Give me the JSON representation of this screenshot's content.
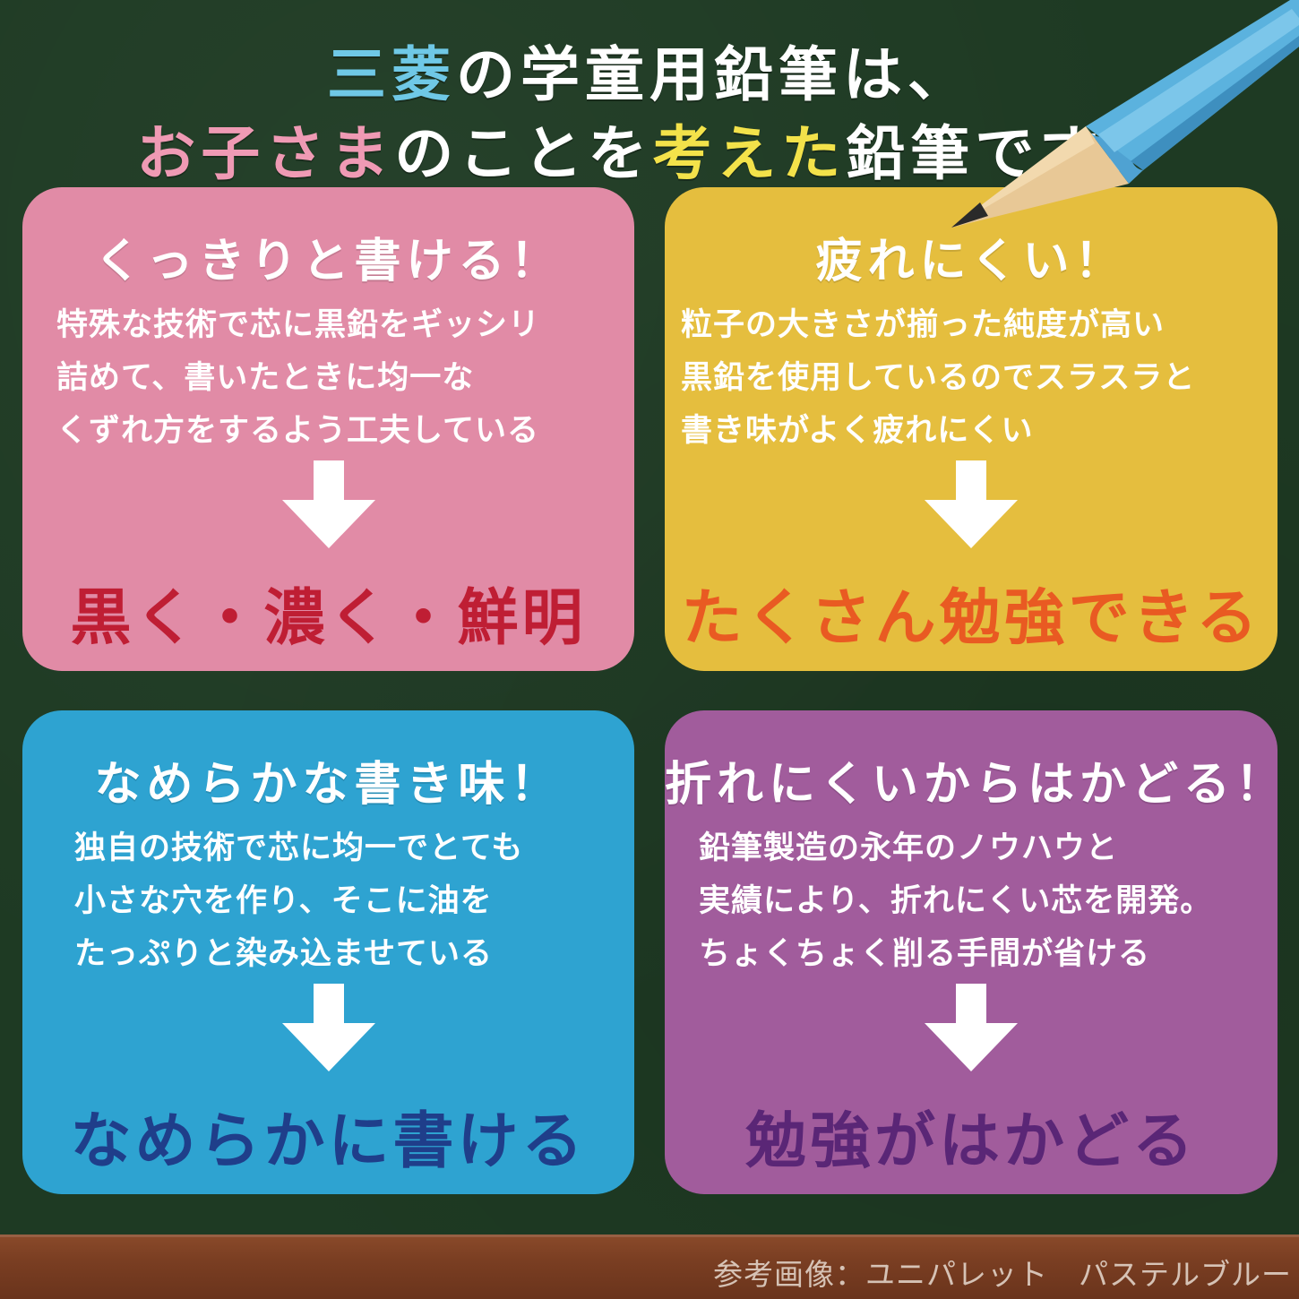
{
  "title": {
    "line1": {
      "part1": "三菱",
      "part2": "の学童用鉛筆は、"
    },
    "line2": {
      "part1": "お子さま",
      "part2": "のことを",
      "part3": "考えた",
      "part4": "鉛筆です。"
    }
  },
  "cards": [
    {
      "heading": "くっきりと書ける！",
      "body": [
        "特殊な技術で芯に黒鉛をギッシリ",
        "詰めて、書いたときに均一な",
        "くずれ方をするよう工夫している"
      ],
      "result": "黒く・濃く・鮮明"
    },
    {
      "heading": "疲れにくい！",
      "body": [
        "粒子の大きさが揃った純度が高い",
        "黒鉛を使用しているのでスラスラと",
        "書き味がよく疲れにくい"
      ],
      "result": "たくさん勉強できる"
    },
    {
      "heading": "なめらかな書き味！",
      "body": [
        "独自の技術で芯に均一でとても",
        "小さな穴を作り、そこに油を",
        "たっぷりと染み込ませている"
      ],
      "result": "なめらかに書ける"
    },
    {
      "heading": "折れにくいからはかどる！",
      "body": [
        "鉛筆製造の永年のノウハウと",
        "実績により、折れにくい芯を開発。",
        "ちょくちょく削る手間が省ける"
      ],
      "result": "勉強がはかどる"
    }
  ],
  "caption": "参考画像：ユニパレット　パステルブルー",
  "colors": {
    "board": "#1e3a23",
    "ledge": "#7a3e22",
    "pink_card": "#e18ba6",
    "yellow_card": "#e5be3e",
    "blue_card": "#2ea3d1",
    "purple_card": "#a15c9c",
    "title_blue": "#6fc8e6",
    "title_pink": "#ef9ab4",
    "title_yellow": "#f3e24a",
    "result_red": "#bf1e34",
    "result_orange": "#e95a22",
    "result_navy": "#1f3e8a",
    "result_purple": "#5a2676"
  },
  "icons": {
    "arrow": "down-arrow-icon",
    "pencil": "pencil-icon"
  }
}
